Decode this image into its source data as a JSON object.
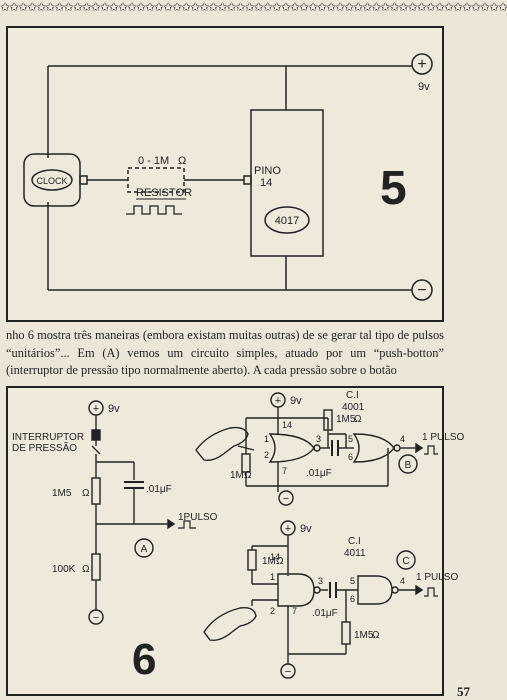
{
  "header": {
    "stars": "✩✩✩✩✩✩✩✩✩✩✩✩✩✩✩✩✩✩✩✩✩✩✩✩✩✩✩✩✩✩✩✩✩✩✩✩✩✩✩✩✩✩✩✩✩✩✩✩✩✩✩✩✩✩✩✩"
  },
  "figure5": {
    "number": "5",
    "plus_symbol": "+",
    "minus_symbol": "−",
    "voltage": "9v",
    "clock_label": "CLOCK",
    "resistor_value": "0 - 1M",
    "ohm": "Ω",
    "resistor_label": "RESISTOR",
    "pin_label": "PINO",
    "pin_number": "14",
    "chip": "4017"
  },
  "paragraph": {
    "text": "nho 6 mostra três maneiras (embora existam muitas outras) de se gerar tal tipo de pulsos “unitários”... Em (A) vemos um circuito simples, atuado por um “push-botton” (interruptor de pressão tipo normalmente aberto). A cada pressão sobre o botão"
  },
  "figure6": {
    "number": "6",
    "plus_symbol": "+",
    "minus_symbol": "−",
    "voltage": "9v",
    "switch_label_1": "INTERRUPTOR",
    "switch_label_2": "DE  PRESSÃO",
    "a": {
      "letter": "A",
      "r1": "1M5",
      "r2": "100K",
      "ohm": "Ω",
      "cap": ".01μF",
      "pulse": "1PULSO"
    },
    "b": {
      "letter": "B",
      "ci": "C.I",
      "chip": "4001",
      "r_top": "1M5",
      "r_left": "1M",
      "ohm": "Ω",
      "cap": ".01μF",
      "pulse": "1 PULSO",
      "pins": [
        "14",
        "1",
        "2",
        "3",
        "7",
        "5",
        "6",
        "4"
      ]
    },
    "c": {
      "letter": "C",
      "ci": "C.I",
      "chip": "4011",
      "r_top": "1M",
      "r_bottom": "1M5",
      "ohm": "Ω",
      "cap": ".01μF",
      "pulse": "1 PULSO",
      "pins": [
        "14",
        "1",
        "2",
        "3",
        "7",
        "5",
        "6",
        "4"
      ]
    }
  },
  "footer": {
    "page_number": "57"
  }
}
